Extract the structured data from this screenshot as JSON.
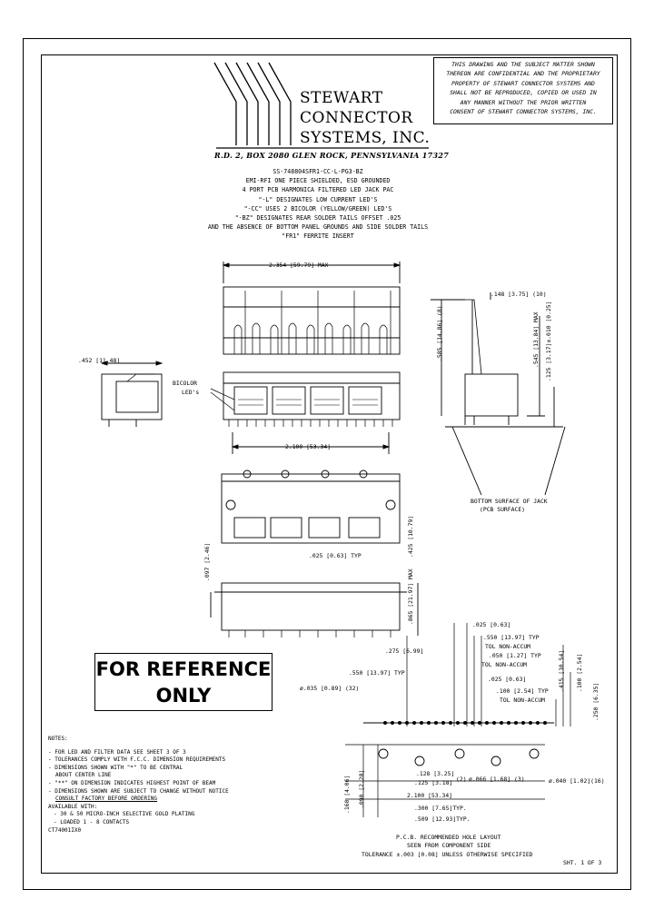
{
  "confidential": {
    "lines": [
      "THIS DRAWING AND THE SUBJECT MATTER SHOWN",
      "THEREON ARE CONFIDENTIAL AND THE PROPRIETARY",
      "PROPERTY OF STEWART CONNECTOR SYSTEMS AND",
      "SHALL NOT BE REPRODUCED, COPIED OR USED IN",
      "ANY MANNER WITHOUT THE PRIOR WRITTEN",
      "CONSENT OF STEWART CONNECTOR SYSTEMS, INC."
    ]
  },
  "company": {
    "line1": "STEWART",
    "line2": "CONNECTOR",
    "line3": "SYSTEMS,  INC.",
    "address": "R.D. 2, BOX 2080   GLEN ROCK, PENNSYLVANIA  17327"
  },
  "description": {
    "lines": [
      "SS-748804SFR1-CC-L-PG3-BZ",
      "EMI-RFI ONE PIECE SHIELDED, ESD GROUNDED",
      "4 PORT PCB HARMONICA FILTERED LED JACK PAC",
      "\"-L\" DESIGNATES LOW CURRENT LED'S",
      "\"-CC\" USES 2 BICOLOR (YELLOW/GREEN) LED'S",
      "\"-BZ\" DESIGNATES REAR SOLDER TAILS OFFSET .025",
      "AND THE ABSENCE OF BOTTOM PANEL GROUNDS AND SIDE SOLDER TAILS",
      "\"FR1\" FERRITE INSERT"
    ]
  },
  "dims": {
    "overall_width": "2.354 [59.79] MAX",
    "side_depth": ".452 [11.48]",
    "bicolor": "BICOLOR",
    "leds": "LED's",
    "port_span": "2.100 [53.34]",
    "side_top": ".148 [3.75] (10)",
    "h_585": ".585 [14.86] (8)",
    "h_545": ".545 [13.84] MAX",
    "h_125": ".125 [3.17]±.010 [0.25]",
    "bottom_surface_1": "BOTTOM SURFACE OF JACK",
    "bottom_surface_2": "(PCB SURFACE)",
    "h_097": ".097 [2.46]",
    "h_425": ".425 [10.79]",
    "h_865": ".865 [21.97] MAX",
    "tail_025": ".025 [0.63] TYP",
    "pcb_025": ".025 [0.63]",
    "pcb_275": ".275 [6.99]",
    "pcb_550a": ".550 [13.97] TYP",
    "tol1": "TOL NON-ACCUM",
    "pcb_050": ".050 [1.27] TYP",
    "tol2": "TOL NON-ACCUM",
    "pcb_550b": ".550 [13.97] TYP",
    "pcb_035": "ø.035 [0.89] (32)",
    "pcb_025b": ".025 [0.63]",
    "pcb_100": ".100 [2.54] TYP",
    "tol3": "TOL NON-ACCUM",
    "pcb_415": ".415 [10.54]",
    "pcb_100b": ".100 [2.54]",
    "pcb_250": ".250 [6.35]",
    "pcb_128": ".128 [3.25]",
    "pcb_125": ".125 [3.18]",
    "pcb_2": "(2)",
    "pcb_066": "ø.066 [1.68] (3)",
    "pcb_040": "ø.040 [1.02](16)",
    "pcb_2100": "2.100 [53.34]",
    "pcb_300": ".300 [7.65]TYP.",
    "pcb_509": ".509 [12.93]TYP.",
    "pcb_160": ".160 [4.06]",
    "pcb_090": ".090 [2.28]"
  },
  "pcb_caption": {
    "line1": "P.C.B. RECOMMENDED HOLE LAYOUT",
    "line2": "SEEN FROM COMPONENT SIDE",
    "line3": "TOLERANCE ±.003 [0.08] UNLESS OTHERWISE SPECIFIED"
  },
  "reference": {
    "line1": "FOR REFERENCE",
    "line2": "ONLY"
  },
  "notes": {
    "title": "NOTES:",
    "items": [
      "- FOR LED AND FILTER DATA SEE SHEET 3 OF 3",
      "- TOLERANCES COMPLY WITH F.C.C. DIMENSION REQUIREMENTS",
      "- DIMENSIONS SHOWN WITH \"*\" TO BE CENTRAL",
      "  ABOUT CENTER LINE",
      "- \"**\" ON DIMENSION INDICATES HIGHEST POINT OF BEAM",
      "- DIMENSIONS SHOWN ARE SUBJECT TO CHANGE WITHOUT NOTICE",
      "  CONSULT FACTORY BEFORE ORDERING"
    ],
    "available_title": "AVAILABLE WITH:",
    "available": [
      "- 30 & 50 MICRO-INCH SELECTIVE GOLD PLATING",
      "- LOADED  1 - 8 CONTACTS"
    ],
    "doc_code": "CT74001IX0"
  },
  "sheet": "SHT. 1 OF 3"
}
